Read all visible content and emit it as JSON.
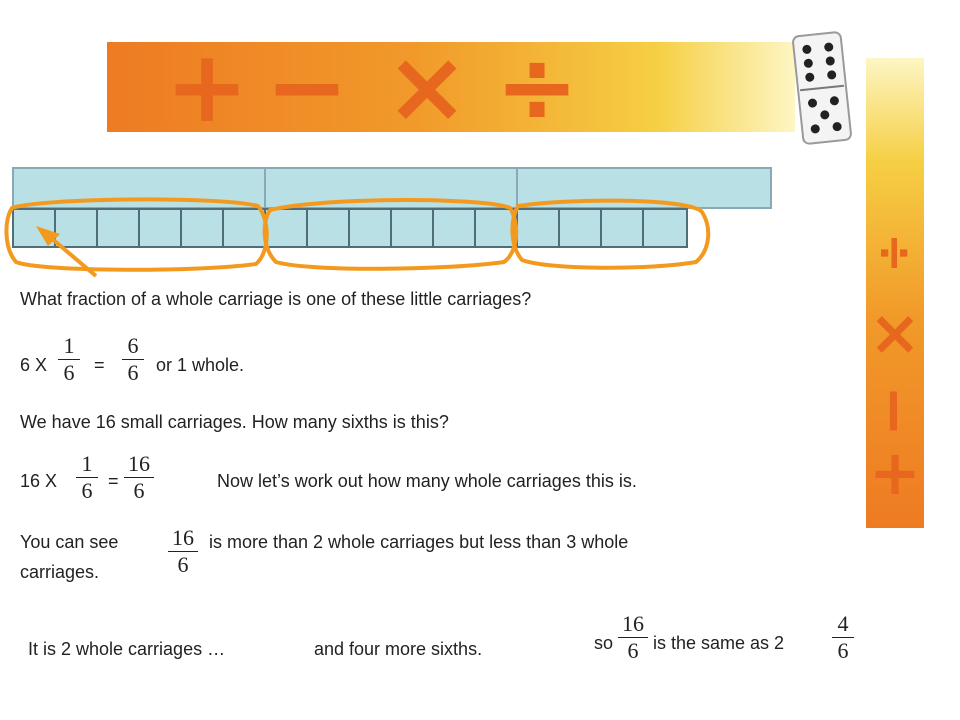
{
  "banner": {
    "ops": [
      "+",
      "−",
      "×",
      "÷"
    ]
  },
  "side_banner": {
    "ops": [
      "÷",
      "×",
      "−",
      "+"
    ]
  },
  "domino": {
    "top_pips": 6,
    "bottom_pips": 5
  },
  "train": {
    "whole_carriages": 3,
    "small_carriages": 16,
    "groups_circled": 3
  },
  "lines": {
    "question": "What fraction of a whole carriage is one of these little carriages?",
    "eq1": {
      "left": "6 X",
      "frac1": [
        "1",
        "6"
      ],
      "equals": "=",
      "frac2": [
        "6",
        "6"
      ],
      "tail": "or 1 whole."
    },
    "sixteen": "We have 16 small carriages. How many sixths is this?",
    "eq2": {
      "left": "16 X",
      "frac1": [
        "1",
        "6"
      ],
      "equals": "=",
      "frac2": [
        "16",
        "6"
      ],
      "tail": "Now let’s work out how many whole carriages this is."
    },
    "see": {
      "start": "You can see",
      "frac": [
        "16",
        "6"
      ],
      "end": "is more than 2 whole carriages but less than 3 whole",
      "cont": "carriages."
    },
    "whole": "It is 2 whole carriages …",
    "more": "and four more sixths.",
    "so": {
      "start": "so",
      "frac": [
        "16",
        "6"
      ],
      "mid": "is the same as 2",
      "frac2": [
        "4",
        "6"
      ]
    }
  },
  "colors": {
    "accent": "#e8671e",
    "carriage": "#b9e0e5",
    "ring": "#f39a1e"
  }
}
